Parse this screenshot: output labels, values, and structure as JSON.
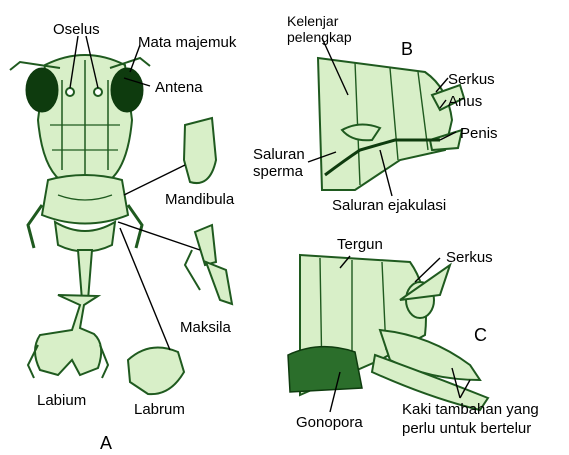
{
  "colors": {
    "fill": "#d8efc8",
    "stroke": "#1f5a1f",
    "dark": "#0e3b0e",
    "leader": "#000000"
  },
  "panels": {
    "a": "A",
    "b": "B",
    "c": "C"
  },
  "labels_a": {
    "oselus": "Oselus",
    "mata_majemuk": "Mata majemuk",
    "antena": "Antena",
    "mandibula": "Mandibula",
    "maksila": "Maksila",
    "labium": "Labium",
    "labrum": "Labrum"
  },
  "labels_b": {
    "kelenjar_1": "Kelenjar",
    "kelenjar_2": "pelengkap",
    "serkus": "Serkus",
    "anus": "Anus",
    "penis": "Penis",
    "saluran_sperma_1": "Saluran",
    "saluran_sperma_2": "sperma",
    "saluran_ejakulasi": "Saluran ejakulasi"
  },
  "labels_c": {
    "tergun": "Tergun",
    "serkus": "Serkus",
    "gonopora": "Gonopora",
    "kaki_1": "Kaki tambahan yang",
    "kaki_2": "perlu untuk bertelur"
  }
}
